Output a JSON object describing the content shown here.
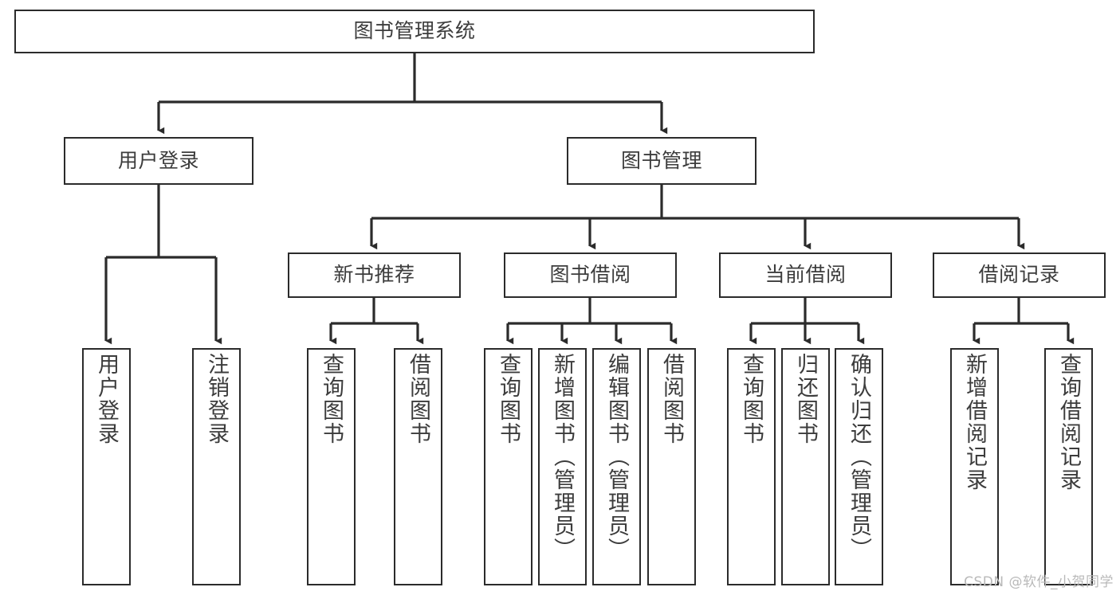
{
  "diagram": {
    "type": "tree-hierarchy",
    "title": "图书管理系统",
    "root": {
      "label": "图书管理系统"
    },
    "level1": [
      {
        "label": "用户登录"
      },
      {
        "label": "图书管理"
      }
    ],
    "level2": [
      {
        "label": "新书推荐"
      },
      {
        "label": "图书借阅"
      },
      {
        "label": "当前借阅"
      },
      {
        "label": "借阅记录"
      }
    ],
    "leaves": {
      "user_login": [
        {
          "label": "用户登录"
        },
        {
          "label": "注销登录"
        }
      ],
      "new_book_recommend": [
        {
          "label": "查询图书"
        },
        {
          "label": "借阅图书"
        }
      ],
      "book_borrow": [
        {
          "label": "查询图书"
        },
        {
          "label": "新增图书（管理员）"
        },
        {
          "label": "编辑图书（管理员）"
        },
        {
          "label": "借阅图书"
        }
      ],
      "current_borrow": [
        {
          "label": "查询图书"
        },
        {
          "label": "归还图书"
        },
        {
          "label": "确认归还（管理员）"
        }
      ],
      "borrow_record": [
        {
          "label": "新增借阅记录"
        },
        {
          "label": "查询借阅记录"
        }
      ]
    }
  },
  "watermark": {
    "text": "CSDN @软件_小贺同学"
  },
  "colors": {
    "stroke": "#2b2b2b",
    "text": "#3c3c3c",
    "background": "#ffffff",
    "watermark": "#b9b9b9"
  }
}
